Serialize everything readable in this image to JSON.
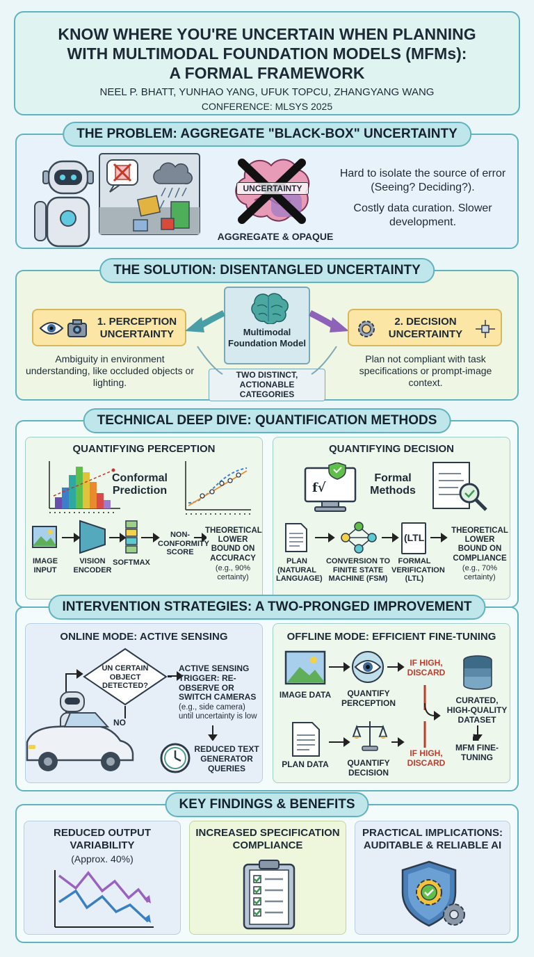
{
  "header": {
    "title_line1": "KNOW WHERE YOU'RE UNCERTAIN WHEN PLANNING",
    "title_line2": "WITH MULTIMODAL FOUNDATION MODELS (MFMs):",
    "title_line3": "A FORMAL FRAMEWORK",
    "authors": "NEEL P. BHATT, YUNHAO YANG, UFUK TOPCU, ZHANGYANG WANG",
    "conference": "CONFERENCE: MLSYS 2025"
  },
  "problem": {
    "heading": "THE PROBLEM: AGGREGATE \"BLACK-BOX\" UNCERTAINTY",
    "brain_label": "UNCERTAINTY",
    "caption": "AGGREGATE & OPAQUE",
    "text1": "Hard to isolate the source of error (Seeing? Deciding?).",
    "text2": "Costly data curation. Slower development."
  },
  "solution": {
    "heading": "THE SOLUTION: DISENTANGLED UNCERTAINTY",
    "perception_title": "1. PERCEPTION UNCERTAINTY",
    "perception_text": "Ambiguity in environment understanding, like occluded objects or lighting.",
    "center_label": "Multimodal Foundation Model",
    "center_tag": "TWO DISTINCT, ACTIONABLE CATEGORIES",
    "decision_title": "2. DECISION UNCERTAINTY",
    "decision_text": "Plan not compliant with task specifications or prompt-image context."
  },
  "deep_dive": {
    "heading": "TECHNICAL DEEP DIVE: QUANTIFICATION METHODS",
    "perception": {
      "title": "QUANTIFYING PERCEPTION",
      "method": "Conformal Prediction",
      "steps": [
        "IMAGE INPUT",
        "VISION ENCODER",
        "SOFTMAX",
        "NON-CONFORMITY SCORE"
      ],
      "result": "THEORETICAL LOWER BOUND ON ACCURACY",
      "result_note": "(e.g., 90% certainty)"
    },
    "decision": {
      "title": "QUANTIFYING DECISION",
      "method": "Formal Methods",
      "steps": [
        "PLAN (NATURAL LANGUAGE)",
        "CONVERSION TO FINITE STATE MACHINE (FSM)",
        "FORMAL VERIFICATION (LTL)"
      ],
      "ltl_glyph": "(LTL",
      "formula_glyph": "f√",
      "result": "THEORETICAL LOWER BOUND ON COMPLIANCE",
      "result_note": "(e.g., 70% certainty)"
    }
  },
  "intervention": {
    "heading": "INTERVENTION STRATEGIES: A TWO-PRONGED IMPROVEMENT",
    "online": {
      "title": "ONLINE MODE: ACTIVE SENSING",
      "diamond": "UN CERTAIN OBJECT DETECTED?",
      "no": "NO",
      "trigger": "ACTIVE SENSING TRIGGER: RE-OBSERVE OR SWITCH CAMERAS",
      "trigger_note": "(e.g., side camera) until uncertainty is low",
      "result": "REDUCED TEXT GENERATOR QUERIES"
    },
    "offline": {
      "title": "OFFLINE MODE: EFFICIENT FINE-TUNING",
      "image_data": "IMAGE DATA",
      "quantify_perception": "QUANTIFY PERCEPTION",
      "discard1": "IF HIGH, DISCARD",
      "plan_data": "PLAN DATA",
      "quantify_decision": "QUANTIFY DECISION",
      "discard2": "IF HIGH, DISCARD",
      "dataset": "CURATED, HIGH-QUALITY DATASET",
      "finetune": "MFM FINE-TUNING"
    }
  },
  "findings": {
    "heading": "KEY FINDINGS & BENEFITS",
    "card1_title": "REDUCED OUTPUT VARIABILITY",
    "card1_note": "(Approx. 40%)",
    "card2_title": "INCREASED SPECIFICATION COMPLIANCE",
    "card3_title": "PRACTICAL IMPLICATIONS: AUDITABLE & RELIABLE AI"
  },
  "colors": {
    "accent": "#5fb3bf",
    "pill": "#bfe6ea",
    "yellow": "#fbe6a6",
    "red": "#c0392b"
  }
}
